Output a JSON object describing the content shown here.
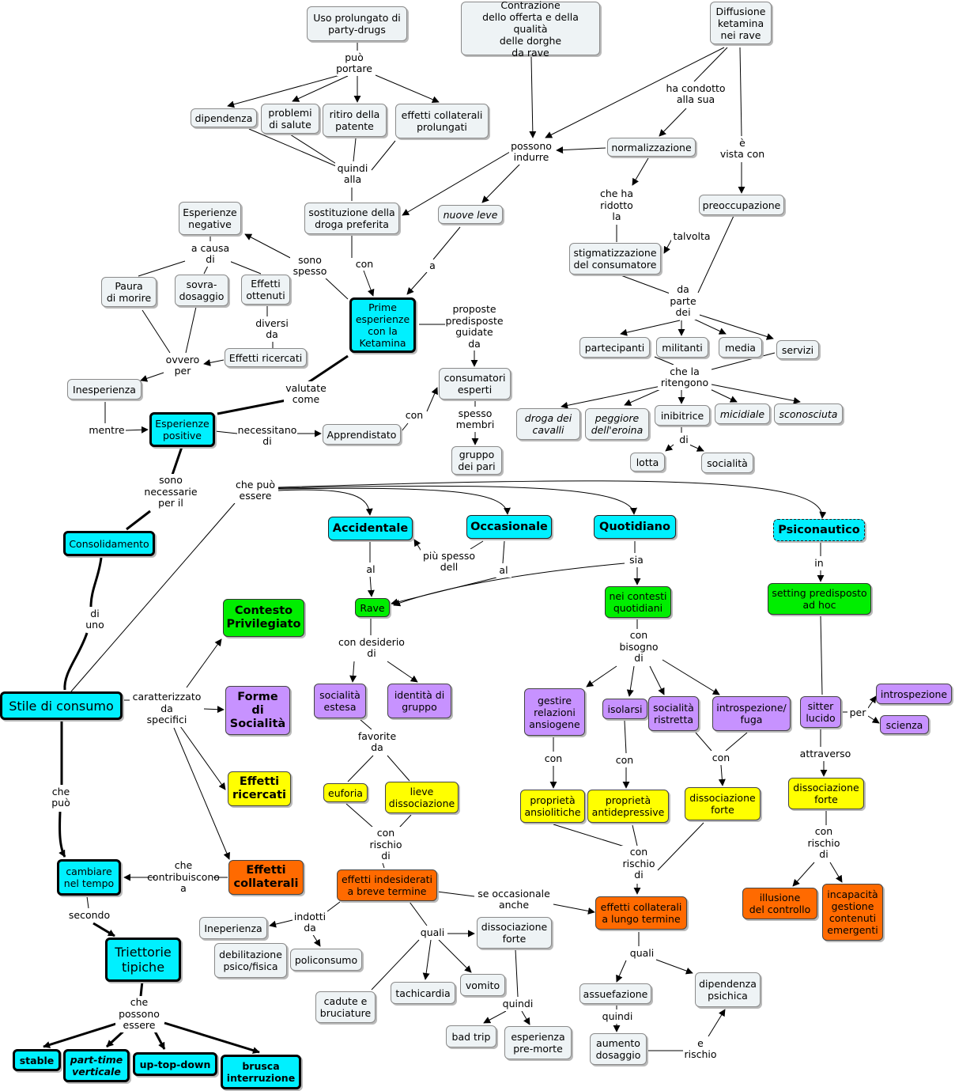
{
  "nodes": [
    {
      "id": "uso",
      "text": "Uso prolungato di\nparty-drugs",
      "style": "plain"
    },
    {
      "id": "contrazione",
      "text": "Contrazione\ndello offerta e della qualità\ndelle dorghe\nda rave",
      "style": "plain"
    },
    {
      "id": "diffusione",
      "text": "Diffusione\nketamina\nnei rave",
      "style": "plain"
    },
    {
      "id": "dipendenza",
      "text": "dipendenza",
      "style": "plain"
    },
    {
      "id": "problemi",
      "text": "problemi\ndi salute",
      "style": "plain"
    },
    {
      "id": "ritiro",
      "text": "ritiro della\npatente",
      "style": "plain"
    },
    {
      "id": "effprolungati",
      "text": "effetti collaterali\nprolungati",
      "style": "plain"
    },
    {
      "id": "normalizzazione",
      "text": "normalizzazione",
      "style": "plain"
    },
    {
      "id": "esperienzeneg",
      "text": "Esperienze\nnegative",
      "style": "plain"
    },
    {
      "id": "sostituzione",
      "text": "sostituzione della\ndroga preferita",
      "style": "plain"
    },
    {
      "id": "nuoveleve",
      "text": "nuove leve",
      "style": "plain ital"
    },
    {
      "id": "preoccupazione",
      "text": "preoccupazione",
      "style": "plain"
    },
    {
      "id": "stigmatizzazione",
      "text": "stigmatizzazione\ndel consumatore",
      "style": "plain"
    },
    {
      "id": "paura",
      "text": "Paura\ndi morire",
      "style": "plain"
    },
    {
      "id": "sovra",
      "text": "sovra-\ndosaggio",
      "style": "plain"
    },
    {
      "id": "effottenuti",
      "text": "Effetti\nottenuti",
      "style": "plain"
    },
    {
      "id": "prime",
      "text": "Prime\nesperienze\ncon la\nKetamina",
      "style": "cyan thick"
    },
    {
      "id": "effricercatiplain",
      "text": "Effetti ricercati",
      "style": "plain"
    },
    {
      "id": "partecipanti",
      "text": "partecipanti",
      "style": "plain"
    },
    {
      "id": "militanti",
      "text": "militanti",
      "style": "plain"
    },
    {
      "id": "media",
      "text": "media",
      "style": "plain"
    },
    {
      "id": "servizi",
      "text": "servizi",
      "style": "plain"
    },
    {
      "id": "inesperienza",
      "text": "Inesperienza",
      "style": "plain"
    },
    {
      "id": "consumatori",
      "text": "consumatori\nesperti",
      "style": "plain"
    },
    {
      "id": "droga",
      "text": "droga dei\ncavalli",
      "style": "plain ital"
    },
    {
      "id": "peggiore",
      "text": "peggiore\ndell'eroina",
      "style": "plain ital"
    },
    {
      "id": "inibitrice",
      "text": "inibitrice",
      "style": "plain"
    },
    {
      "id": "micidiale",
      "text": "micidiale",
      "style": "plain ital"
    },
    {
      "id": "sconosciuta",
      "text": "sconosciuta",
      "style": "plain ital"
    },
    {
      "id": "esperienzepos",
      "text": "Esperienze\npositive",
      "style": "cyan thick"
    },
    {
      "id": "apprendistato",
      "text": "Apprendistato",
      "style": "plain"
    },
    {
      "id": "gruppo",
      "text": "gruppo\ndei pari",
      "style": "plain"
    },
    {
      "id": "lotta",
      "text": "lotta",
      "style": "plain"
    },
    {
      "id": "socialita",
      "text": "socialità",
      "style": "plain"
    },
    {
      "id": "accidentale",
      "text": "Accidentale",
      "style": "cyan bold mid"
    },
    {
      "id": "occasionale",
      "text": "Occasionale",
      "style": "cyan bold mid"
    },
    {
      "id": "quotidiano",
      "text": "Quotidiano",
      "style": "cyan bold mid"
    },
    {
      "id": "psiconautico",
      "text": "Psiconautico",
      "style": "cyan bold mid dashed"
    },
    {
      "id": "consolidamento",
      "text": "Consolidamento",
      "style": "cyan thick"
    },
    {
      "id": "rave",
      "text": "Rave",
      "style": "green"
    },
    {
      "id": "contesti",
      "text": "nei contesti\nquotidiani",
      "style": "green"
    },
    {
      "id": "setting",
      "text": "setting predisposto\nad hoc",
      "style": "green"
    },
    {
      "id": "contesto",
      "text": "Contesto\nPrivilegiato",
      "style": "green bold mid"
    },
    {
      "id": "stile",
      "text": "Stile di consumo",
      "style": "cyan thick big"
    },
    {
      "id": "forme",
      "text": "Forme\ndi\nSocialità",
      "style": "purple bold mid"
    },
    {
      "id": "socestesa",
      "text": "socialità\nestesa",
      "style": "purple"
    },
    {
      "id": "identita",
      "text": "identità di\ngruppo",
      "style": "purple"
    },
    {
      "id": "gestire",
      "text": "gestire\nrelazioni\nansiogene",
      "style": "purple"
    },
    {
      "id": "isolarsi",
      "text": "isolarsi",
      "style": "purple"
    },
    {
      "id": "socristretta",
      "text": "socialità\nristretta",
      "style": "purple"
    },
    {
      "id": "introfuga",
      "text": "introspezione/\nfuga",
      "style": "purple"
    },
    {
      "id": "sitter",
      "text": "sitter\nlucido",
      "style": "purple"
    },
    {
      "id": "introspezione",
      "text": "introspezione",
      "style": "purple"
    },
    {
      "id": "scienza",
      "text": "scienza",
      "style": "purple"
    },
    {
      "id": "effricercati",
      "text": "Effetti\nricercati",
      "style": "yellow bold mid"
    },
    {
      "id": "euforia",
      "text": "euforia",
      "style": "yellow"
    },
    {
      "id": "lieve",
      "text": "lieve\ndissociazione",
      "style": "yellow"
    },
    {
      "id": "ansiolitiche",
      "text": "proprietà\nansiolitiche",
      "style": "yellow"
    },
    {
      "id": "antidepressive",
      "text": "proprietà\nantidepressive",
      "style": "yellow"
    },
    {
      "id": "dissforte1",
      "text": "dissociazione\nforte",
      "style": "yellow"
    },
    {
      "id": "dissforte2",
      "text": "dissociazione\nforte",
      "style": "yellow"
    },
    {
      "id": "effcollaterali",
      "text": "Effetti\ncollaterali",
      "style": "orange bold mid"
    },
    {
      "id": "indesiderati",
      "text": "effetti indesiderati\na breve termine",
      "style": "orange"
    },
    {
      "id": "lungotermine",
      "text": "effetti collaterali\na lungo termine",
      "style": "orange"
    },
    {
      "id": "illusione",
      "text": "illusione\ndel controllo",
      "style": "orange"
    },
    {
      "id": "incapacita",
      "text": "incapacità\ngestione\ncontenuti\nemergenti",
      "style": "orange"
    },
    {
      "id": "cambiare",
      "text": "cambiare\nnel tempo",
      "style": "cyan thick"
    },
    {
      "id": "triettorie",
      "text": "Triettorie\ntipiche",
      "style": "cyan thick big"
    },
    {
      "id": "ineperienza",
      "text": "Ineperienza",
      "style": "plain"
    },
    {
      "id": "debilitazione",
      "text": "debilitazione\npsico/fisica",
      "style": "plain"
    },
    {
      "id": "policonsumo",
      "text": "policonsumo",
      "style": "plain"
    },
    {
      "id": "dissforte3",
      "text": "dissociazione\nforte",
      "style": "plain"
    },
    {
      "id": "cadute",
      "text": "cadute e\nbruciature",
      "style": "plain"
    },
    {
      "id": "tachicardia",
      "text": "tachicardia",
      "style": "plain"
    },
    {
      "id": "vomito",
      "text": "vomito",
      "style": "plain"
    },
    {
      "id": "badtrip",
      "text": "bad trip",
      "style": "plain"
    },
    {
      "id": "premorte",
      "text": "esperienza\npre-morte",
      "style": "plain"
    },
    {
      "id": "assuefazione",
      "text": "assuefazione",
      "style": "plain"
    },
    {
      "id": "dippsichica",
      "text": "dipendenza\npsichica",
      "style": "plain"
    },
    {
      "id": "aumento",
      "text": "aumento\ndosaggio",
      "style": "plain"
    },
    {
      "id": "stable",
      "text": "stable",
      "style": "cyan thick bold"
    },
    {
      "id": "parttime",
      "text": "part-time\nverticale",
      "style": "cyan thick bold ital"
    },
    {
      "id": "uptopdown",
      "text": "up-top-down",
      "style": "cyan thick bold"
    },
    {
      "id": "brusca",
      "text": "brusca\ninterruzione",
      "style": "cyan thick bold"
    }
  ],
  "labels": [
    {
      "id": "puoportare",
      "text": "può\nportare"
    },
    {
      "id": "quindialla",
      "text": "quindi\nalla"
    },
    {
      "id": "possonoindurre",
      "text": "possono\nindurre"
    },
    {
      "id": "hacondotto",
      "text": "ha condotto\nalla sua"
    },
    {
      "id": "evistacon",
      "text": "è\nvista con"
    },
    {
      "id": "chehaidotto",
      "text": "che ha\nridotto\nla"
    },
    {
      "id": "talvolta",
      "text": "talvolta"
    },
    {
      "id": "acausadi",
      "text": "a causa\ndi"
    },
    {
      "id": "sonospesso",
      "text": "sono\nspesso"
    },
    {
      "id": "con1",
      "text": "con"
    },
    {
      "id": "a1",
      "text": "a"
    },
    {
      "id": "dapartedei",
      "text": "da\nparte\ndei"
    },
    {
      "id": "diversida",
      "text": "diversi\nda"
    },
    {
      "id": "ovveroper",
      "text": "ovvero\nper"
    },
    {
      "id": "proposte",
      "text": "proposte\npredisposte\nguidate\nda"
    },
    {
      "id": "chelaritengono",
      "text": "che la\nritengono"
    },
    {
      "id": "valutatecome",
      "text": "valutate\ncome"
    },
    {
      "id": "con2",
      "text": "con"
    },
    {
      "id": "spessomembri",
      "text": "spesso\nmembri"
    },
    {
      "id": "mentre",
      "text": "mentre"
    },
    {
      "id": "necessitanodi",
      "text": "necessitano\ndi"
    },
    {
      "id": "di1",
      "text": "di"
    },
    {
      "id": "sononecessarie",
      "text": "sono\nnecessarie\nper il"
    },
    {
      "id": "chepuoessere",
      "text": "che può\nessere"
    },
    {
      "id": "piuspessodell",
      "text": "più spesso\ndell"
    },
    {
      "id": "al1",
      "text": "al"
    },
    {
      "id": "al2",
      "text": "al"
    },
    {
      "id": "sia",
      "text": "sia"
    },
    {
      "id": "in",
      "text": "in"
    },
    {
      "id": "diuno",
      "text": "di\nuno"
    },
    {
      "id": "condesiderio",
      "text": "con desiderio\ndi"
    },
    {
      "id": "conbisognodi",
      "text": "con\nbisogno\ndi"
    },
    {
      "id": "caratterizzato",
      "text": "caratterizzato\nda\nspecifici"
    },
    {
      "id": "per",
      "text": "per"
    },
    {
      "id": "favoriteda",
      "text": "favorite\nda"
    },
    {
      "id": "con3",
      "text": "con"
    },
    {
      "id": "con4",
      "text": "con"
    },
    {
      "id": "con5",
      "text": "con"
    },
    {
      "id": "attraverso",
      "text": "attraverso"
    },
    {
      "id": "chepuo",
      "text": "che\npuò"
    },
    {
      "id": "conrischiodi1",
      "text": "con\nrischio\ndi"
    },
    {
      "id": "conrischiodi2",
      "text": "con\nrischio\ndi"
    },
    {
      "id": "conrischiodi3",
      "text": "con\nrischio\ndi"
    },
    {
      "id": "checontribuisconoa",
      "text": "che\ncontribuiscono\na"
    },
    {
      "id": "seoccasionale",
      "text": "se occasionale\nanche"
    },
    {
      "id": "indottida",
      "text": "indotti\nda"
    },
    {
      "id": "quali1",
      "text": "quali"
    },
    {
      "id": "quali2",
      "text": "quali"
    },
    {
      "id": "secondo",
      "text": "secondo"
    },
    {
      "id": "quindi1",
      "text": "quindi"
    },
    {
      "id": "quindi2",
      "text": "quindi"
    },
    {
      "id": "erischio",
      "text": "e\nrischio"
    },
    {
      "id": "chepossonoessere",
      "text": "che\npossono\nessere"
    }
  ]
}
